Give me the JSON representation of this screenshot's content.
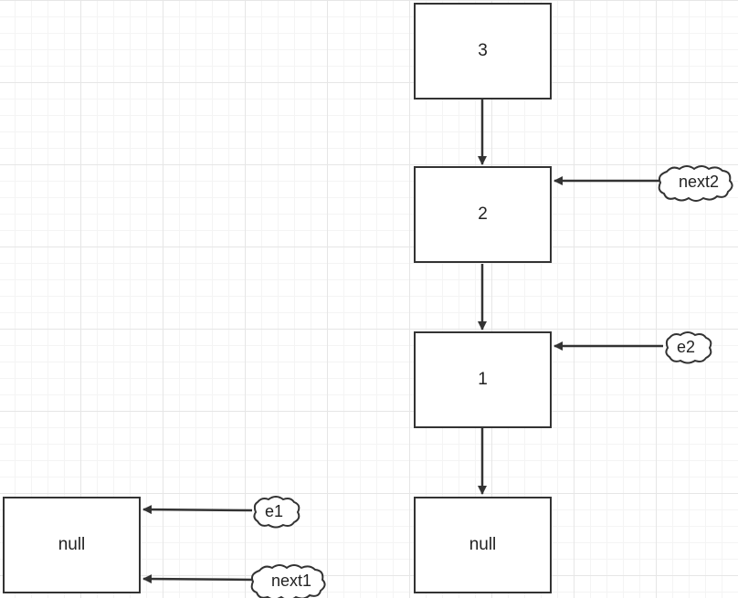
{
  "nodes": {
    "n3": "3",
    "n2": "2",
    "n1": "1",
    "null_right": "null",
    "null_left": "null"
  },
  "pointers": {
    "next2": "next2",
    "e2": "e2",
    "e1": "e1",
    "next1": "next1"
  },
  "colors": {
    "stroke": "#333333",
    "grid_major": "#e6e6e6",
    "grid_minor": "#f4f4f4"
  }
}
